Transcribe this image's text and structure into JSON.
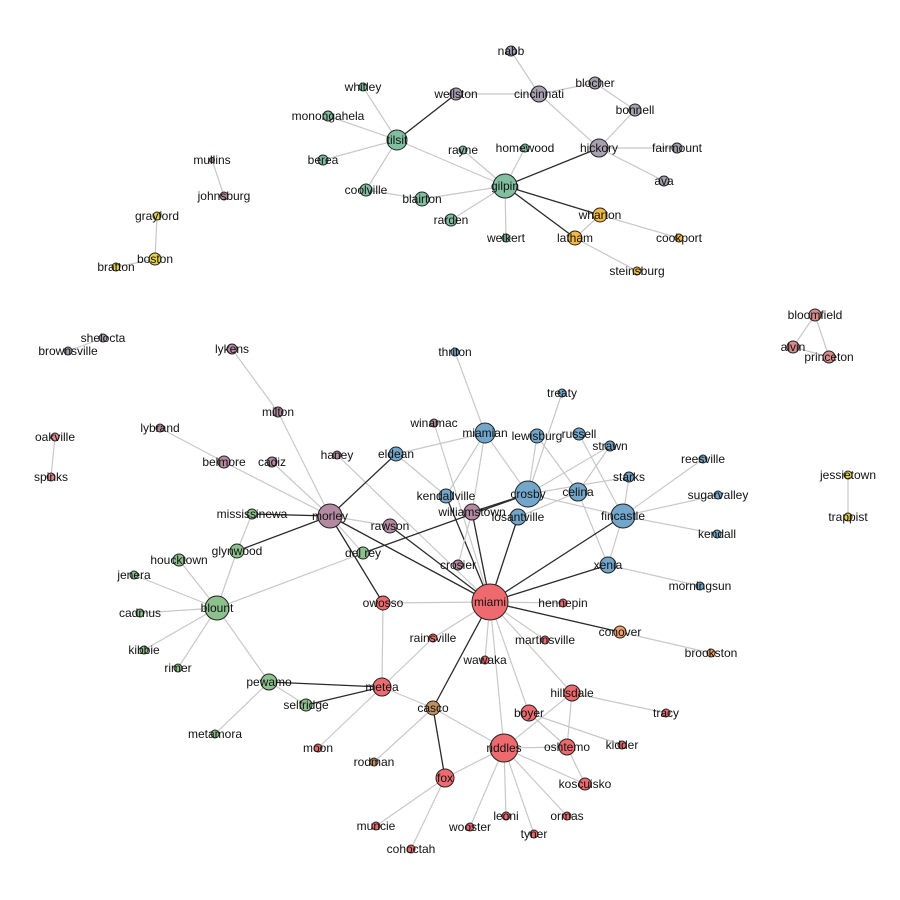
{
  "palette": {
    "red": "#ee6a6e",
    "blue": "#72a6ca",
    "green": "#8cc08c",
    "teal": "#80bfa0",
    "purple": "#a89fb1",
    "mauve": "#b48aa2",
    "gold": "#f4b942",
    "yellow": "#e8d24a",
    "salmon": "#d98c8e",
    "tan": "#c0915f",
    "orange": "#f0a06a"
  },
  "nodes": [
    {
      "id": "nabb",
      "label": "nabb",
      "group": "purple"
    },
    {
      "id": "cincinnati",
      "label": "cincinnati",
      "group": "purple"
    },
    {
      "id": "blocher",
      "label": "blocher",
      "group": "purple"
    },
    {
      "id": "bonnell",
      "label": "bonnell",
      "group": "purple"
    },
    {
      "id": "hickory",
      "label": "hickory",
      "group": "purple"
    },
    {
      "id": "fairmount",
      "label": "fairmount",
      "group": "purple"
    },
    {
      "id": "ava",
      "label": "ava",
      "group": "purple"
    },
    {
      "id": "wellston",
      "label": "wellston",
      "group": "purple"
    },
    {
      "id": "tilsit",
      "label": "tilsit",
      "group": "teal"
    },
    {
      "id": "whitley",
      "label": "whitley",
      "group": "teal"
    },
    {
      "id": "monongahela",
      "label": "monongahela",
      "group": "teal"
    },
    {
      "id": "berea",
      "label": "berea",
      "group": "teal"
    },
    {
      "id": "coolville",
      "label": "coolville",
      "group": "teal"
    },
    {
      "id": "blairton",
      "label": "blairton",
      "group": "teal"
    },
    {
      "id": "rayne",
      "label": "rayne",
      "group": "teal"
    },
    {
      "id": "homewood",
      "label": "homewood",
      "group": "teal"
    },
    {
      "id": "gilpin",
      "label": "gilpin",
      "group": "teal"
    },
    {
      "id": "rarden",
      "label": "rarden",
      "group": "teal"
    },
    {
      "id": "weikert",
      "label": "weikert",
      "group": "teal"
    },
    {
      "id": "wharton",
      "label": "wharton",
      "group": "gold"
    },
    {
      "id": "latham",
      "label": "latham",
      "group": "gold"
    },
    {
      "id": "cookport",
      "label": "cookport",
      "group": "gold"
    },
    {
      "id": "steinsburg",
      "label": "steinsburg",
      "group": "gold"
    },
    {
      "id": "mullins",
      "label": "mullins",
      "group": "mauve"
    },
    {
      "id": "johnsburg",
      "label": "johnsburg",
      "group": "mauve"
    },
    {
      "id": "grayford",
      "label": "grayford",
      "group": "yellow"
    },
    {
      "id": "boston",
      "label": "boston",
      "group": "yellow"
    },
    {
      "id": "bratton",
      "label": "bratton",
      "group": "yellow"
    },
    {
      "id": "shelocta",
      "label": "shelocta",
      "group": "purple"
    },
    {
      "id": "brownsville",
      "label": "brownsville",
      "group": "purple"
    },
    {
      "id": "oakville",
      "label": "oakville",
      "group": "salmon"
    },
    {
      "id": "spinks",
      "label": "spinks",
      "group": "salmon"
    },
    {
      "id": "bloomfield",
      "label": "bloomfield",
      "group": "salmon"
    },
    {
      "id": "alvin",
      "label": "alvin",
      "group": "salmon"
    },
    {
      "id": "princeton",
      "label": "princeton",
      "group": "salmon"
    },
    {
      "id": "jessietown",
      "label": "jessietown",
      "group": "yellow"
    },
    {
      "id": "trappist",
      "label": "trappist",
      "group": "yellow"
    },
    {
      "id": "lykens",
      "label": "lykens",
      "group": "mauve"
    },
    {
      "id": "milton",
      "label": "milton",
      "group": "mauve"
    },
    {
      "id": "lybrand",
      "label": "lybrand",
      "group": "mauve"
    },
    {
      "id": "belmore",
      "label": "belmore",
      "group": "mauve"
    },
    {
      "id": "cadiz",
      "label": "cadiz",
      "group": "mauve"
    },
    {
      "id": "haney",
      "label": "haney",
      "group": "mauve"
    },
    {
      "id": "winamac",
      "label": "winamac",
      "group": "mauve"
    },
    {
      "id": "thriton",
      "label": "thriton",
      "group": "blue"
    },
    {
      "id": "eldean",
      "label": "eldean",
      "group": "blue"
    },
    {
      "id": "miamian",
      "label": "miamian",
      "group": "blue"
    },
    {
      "id": "lewisburg",
      "label": "lewisburg",
      "group": "blue"
    },
    {
      "id": "russell",
      "label": "russell",
      "group": "blue"
    },
    {
      "id": "strawn",
      "label": "strawn",
      "group": "blue"
    },
    {
      "id": "treaty",
      "label": "treaty",
      "group": "blue"
    },
    {
      "id": "starks",
      "label": "starks",
      "group": "blue"
    },
    {
      "id": "reesville",
      "label": "reesville",
      "group": "blue"
    },
    {
      "id": "sugarvalley",
      "label": "sugarvalley",
      "group": "blue"
    },
    {
      "id": "kendall",
      "label": "kendall",
      "group": "blue"
    },
    {
      "id": "fincastle",
      "label": "fincastle",
      "group": "blue"
    },
    {
      "id": "celina",
      "label": "celina",
      "group": "blue"
    },
    {
      "id": "crosby",
      "label": "crosby",
      "group": "blue"
    },
    {
      "id": "losantville",
      "label": "losantville",
      "group": "blue"
    },
    {
      "id": "kendallville",
      "label": "kendallville",
      "group": "blue"
    },
    {
      "id": "williamstown",
      "label": "williamstown",
      "group": "mauve"
    },
    {
      "id": "xenia",
      "label": "xenia",
      "group": "blue"
    },
    {
      "id": "morningsun",
      "label": "morningsun",
      "group": "blue"
    },
    {
      "id": "morley",
      "label": "morley",
      "group": "mauve"
    },
    {
      "id": "rawson",
      "label": "rawson",
      "group": "mauve"
    },
    {
      "id": "crosier",
      "label": "crosier",
      "group": "mauve"
    },
    {
      "id": "delrey",
      "label": "del rey",
      "group": "green"
    },
    {
      "id": "mississinewa",
      "label": "mississinewa",
      "group": "green"
    },
    {
      "id": "glynwood",
      "label": "glynwood",
      "group": "green"
    },
    {
      "id": "houcktown",
      "label": "houcktown",
      "group": "green"
    },
    {
      "id": "jenera",
      "label": "jenera",
      "group": "green"
    },
    {
      "id": "blount",
      "label": "blount",
      "group": "green"
    },
    {
      "id": "cadmus",
      "label": "cadmus",
      "group": "green"
    },
    {
      "id": "kibbie",
      "label": "kibbie",
      "group": "green"
    },
    {
      "id": "rimer",
      "label": "rimer",
      "group": "green"
    },
    {
      "id": "pewamo",
      "label": "pewamo",
      "group": "green"
    },
    {
      "id": "selfridge",
      "label": "selfridge",
      "group": "green"
    },
    {
      "id": "metamora",
      "label": "metamora",
      "group": "green"
    },
    {
      "id": "owosso",
      "label": "owosso",
      "group": "red"
    },
    {
      "id": "miami",
      "label": "miami",
      "group": "red"
    },
    {
      "id": "hennepin",
      "label": "hennepin",
      "group": "red"
    },
    {
      "id": "conover",
      "label": "conover",
      "group": "orange"
    },
    {
      "id": "brookston",
      "label": "brookston",
      "group": "orange"
    },
    {
      "id": "rainsville",
      "label": "rainsville",
      "group": "red"
    },
    {
      "id": "martinsville",
      "label": "martinsville",
      "group": "red"
    },
    {
      "id": "wawaka",
      "label": "wawaka",
      "group": "red"
    },
    {
      "id": "metea",
      "label": "metea",
      "group": "red"
    },
    {
      "id": "casco",
      "label": "casco",
      "group": "tan"
    },
    {
      "id": "moon",
      "label": "moon",
      "group": "red"
    },
    {
      "id": "rodman",
      "label": "rodman",
      "group": "tan"
    },
    {
      "id": "hillsdale",
      "label": "hillsdale",
      "group": "red"
    },
    {
      "id": "tracy",
      "label": "tracy",
      "group": "red"
    },
    {
      "id": "boyer",
      "label": "boyer",
      "group": "red"
    },
    {
      "id": "kidder",
      "label": "kidder",
      "group": "red"
    },
    {
      "id": "oshtemo",
      "label": "oshtemo",
      "group": "red"
    },
    {
      "id": "riddles",
      "label": "riddles",
      "group": "red"
    },
    {
      "id": "koscuisko",
      "label": "koscuisko",
      "group": "red"
    },
    {
      "id": "fox",
      "label": "fox",
      "group": "red"
    },
    {
      "id": "ormas",
      "label": "ormas",
      "group": "red"
    },
    {
      "id": "leoni",
      "label": "leoni",
      "group": "red"
    },
    {
      "id": "tyner",
      "label": "tyner",
      "group": "red"
    },
    {
      "id": "wooster",
      "label": "wooster",
      "group": "red"
    },
    {
      "id": "muncie",
      "label": "muncie",
      "group": "red"
    },
    {
      "id": "cohoctah",
      "label": "cohoctah",
      "group": "red"
    }
  ],
  "edges": [
    [
      "nabb",
      "cincinnati",
      0
    ],
    [
      "cincinnati",
      "wellston",
      0
    ],
    [
      "cincinnati",
      "blocher",
      0
    ],
    [
      "blocher",
      "bonnell",
      0
    ],
    [
      "bonnell",
      "hickory",
      0
    ],
    [
      "cincinnati",
      "hickory",
      0
    ],
    [
      "hickory",
      "fairmount",
      0
    ],
    [
      "hickory",
      "ava",
      0
    ],
    [
      "hickory",
      "gilpin",
      1
    ],
    [
      "wellston",
      "tilsit",
      1
    ],
    [
      "tilsit",
      "whitley",
      0
    ],
    [
      "tilsit",
      "monongahela",
      0
    ],
    [
      "tilsit",
      "berea",
      0
    ],
    [
      "tilsit",
      "coolville",
      0
    ],
    [
      "tilsit",
      "gilpin",
      0
    ],
    [
      "coolville",
      "blairton",
      0
    ],
    [
      "blairton",
      "gilpin",
      0
    ],
    [
      "rarden",
      "gilpin",
      0
    ],
    [
      "rayne",
      "gilpin",
      0
    ],
    [
      "homewood",
      "gilpin",
      0
    ],
    [
      "weikert",
      "gilpin",
      0
    ],
    [
      "gilpin",
      "wharton",
      1
    ],
    [
      "gilpin",
      "latham",
      1
    ],
    [
      "wharton",
      "latham",
      0
    ],
    [
      "wharton",
      "cookport",
      0
    ],
    [
      "latham",
      "steinsburg",
      0
    ],
    [
      "mullins",
      "johnsburg",
      0
    ],
    [
      "grayford",
      "boston",
      0
    ],
    [
      "boston",
      "bratton",
      0
    ],
    [
      "shelocta",
      "brownsville",
      0
    ],
    [
      "oakville",
      "spinks",
      0
    ],
    [
      "bloomfield",
      "alvin",
      0
    ],
    [
      "bloomfield",
      "princeton",
      0
    ],
    [
      "alvin",
      "princeton",
      0
    ],
    [
      "jessietown",
      "trappist",
      0
    ],
    [
      "lykens",
      "milton",
      0
    ],
    [
      "milton",
      "morley",
      0
    ],
    [
      "lybrand",
      "belmore",
      0
    ],
    [
      "belmore",
      "morley",
      0
    ],
    [
      "cadiz",
      "morley",
      0
    ],
    [
      "haney",
      "miami",
      0
    ],
    [
      "winamac",
      "miami",
      0
    ],
    [
      "thriton",
      "miamian",
      0
    ],
    [
      "eldean",
      "morley",
      1
    ],
    [
      "eldean",
      "miamian",
      0
    ],
    [
      "eldean",
      "kendallville",
      0
    ],
    [
      "kendallville",
      "miami",
      1
    ],
    [
      "kendallville",
      "miamian",
      0
    ],
    [
      "miamian",
      "williamstown",
      0
    ],
    [
      "miamian",
      "crosby",
      0
    ],
    [
      "lewisburg",
      "crosby",
      0
    ],
    [
      "lewisburg",
      "celina",
      0
    ],
    [
      "russell",
      "fincastle",
      0
    ],
    [
      "treaty",
      "crosby",
      0
    ],
    [
      "strawn",
      "crosby",
      0
    ],
    [
      "strawn",
      "celina",
      0
    ],
    [
      "starks",
      "crosby",
      0
    ],
    [
      "starks",
      "fincastle",
      0
    ],
    [
      "crosby",
      "fincastle",
      0
    ],
    [
      "celina",
      "xenia",
      0
    ],
    [
      "xenia",
      "fincastle",
      0
    ],
    [
      "fincastle",
      "reesville",
      0
    ],
    [
      "fincastle",
      "sugarvalley",
      0
    ],
    [
      "fincastle",
      "kendall",
      0
    ],
    [
      "fincastle",
      "miami",
      1
    ],
    [
      "xenia",
      "miami",
      1
    ],
    [
      "xenia",
      "morningsun",
      0
    ],
    [
      "losantville",
      "miami",
      1
    ],
    [
      "losantville",
      "celina",
      0
    ],
    [
      "williamstown",
      "crosby",
      1
    ],
    [
      "delrey",
      "crosby",
      1
    ],
    [
      "williamstown",
      "miami",
      1
    ],
    [
      "williamstown",
      "crosier",
      0
    ],
    [
      "morley",
      "miami",
      1
    ],
    [
      "rawson",
      "miami",
      1
    ],
    [
      "morley",
      "rawson",
      0
    ],
    [
      "morley",
      "mississinewa",
      1
    ],
    [
      "morley",
      "glynwood",
      1
    ],
    [
      "morley",
      "owosso",
      1
    ],
    [
      "morley",
      "delrey",
      0
    ],
    [
      "delrey",
      "blount",
      0
    ],
    [
      "glynwood",
      "mississinewa",
      0
    ],
    [
      "glynwood",
      "blount",
      0
    ],
    [
      "houcktown",
      "blount",
      0
    ],
    [
      "jenera",
      "blount",
      0
    ],
    [
      "cadmus",
      "blount",
      0
    ],
    [
      "kibbie",
      "blount",
      0
    ],
    [
      "rimer",
      "blount",
      0
    ],
    [
      "pewamo",
      "blount",
      0
    ],
    [
      "pewamo",
      "metea",
      1
    ],
    [
      "pewamo",
      "selfridge",
      0
    ],
    [
      "selfridge",
      "metea",
      1
    ],
    [
      "pewamo",
      "metamora",
      0
    ],
    [
      "owosso",
      "miami",
      0
    ],
    [
      "owosso",
      "metea",
      0
    ],
    [
      "metea",
      "moon",
      0
    ],
    [
      "metea",
      "rainsville",
      0
    ],
    [
      "rainsville",
      "miami",
      0
    ],
    [
      "metea",
      "casco",
      0
    ],
    [
      "casco",
      "miami",
      1
    ],
    [
      "casco",
      "rodman",
      0
    ],
    [
      "casco",
      "fox",
      1
    ],
    [
      "casco",
      "riddles",
      0
    ],
    [
      "miami",
      "hennepin",
      0
    ],
    [
      "miami",
      "conover",
      1
    ],
    [
      "conover",
      "brookston",
      0
    ],
    [
      "miami",
      "martinsville",
      0
    ],
    [
      "miami",
      "wawaka",
      0
    ],
    [
      "miami",
      "hillsdale",
      0
    ],
    [
      "miami",
      "boyer",
      0
    ],
    [
      "miami",
      "riddles",
      0
    ],
    [
      "hillsdale",
      "riddles",
      0
    ],
    [
      "hillsdale",
      "oshtemo",
      0
    ],
    [
      "hillsdale",
      "tracy",
      0
    ],
    [
      "boyer",
      "oshtemo",
      0
    ],
    [
      "boyer",
      "kidder",
      0
    ],
    [
      "riddles",
      "oshtemo",
      0
    ],
    [
      "oshtemo",
      "koscuisko",
      0
    ],
    [
      "riddles",
      "koscuisko",
      0
    ],
    [
      "riddles",
      "fox",
      0
    ],
    [
      "riddles",
      "ormas",
      0
    ],
    [
      "riddles",
      "leoni",
      0
    ],
    [
      "riddles",
      "tyner",
      0
    ],
    [
      "riddles",
      "wooster",
      0
    ],
    [
      "fox",
      "muncie",
      0
    ],
    [
      "fox",
      "cohoctah",
      0
    ]
  ]
}
